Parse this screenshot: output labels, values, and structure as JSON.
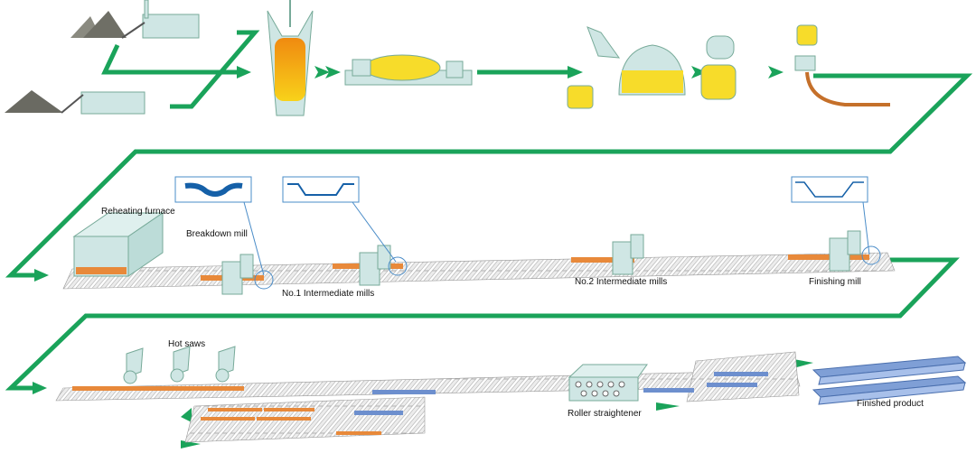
{
  "labels": {
    "reheating_furnace": "Reheating furnace",
    "breakdown_mill": "Breakdown mill",
    "no1_intermediate": "No.1 Intermediate mills",
    "no2_intermediate": "No.2 Intermediate mills",
    "finishing_mill": "Finishing mill",
    "hot_saws": "Hot saws",
    "roller_straightener": "Roller straightener",
    "finished_product": "Finished product"
  },
  "colors": {
    "flow_line": "#1aa35a",
    "equipment": "#cfe6e4",
    "hot_steel": "#e8893a",
    "molten": "#f7dc2a",
    "product": "#7f9fd6",
    "profile": "#1560a8"
  }
}
